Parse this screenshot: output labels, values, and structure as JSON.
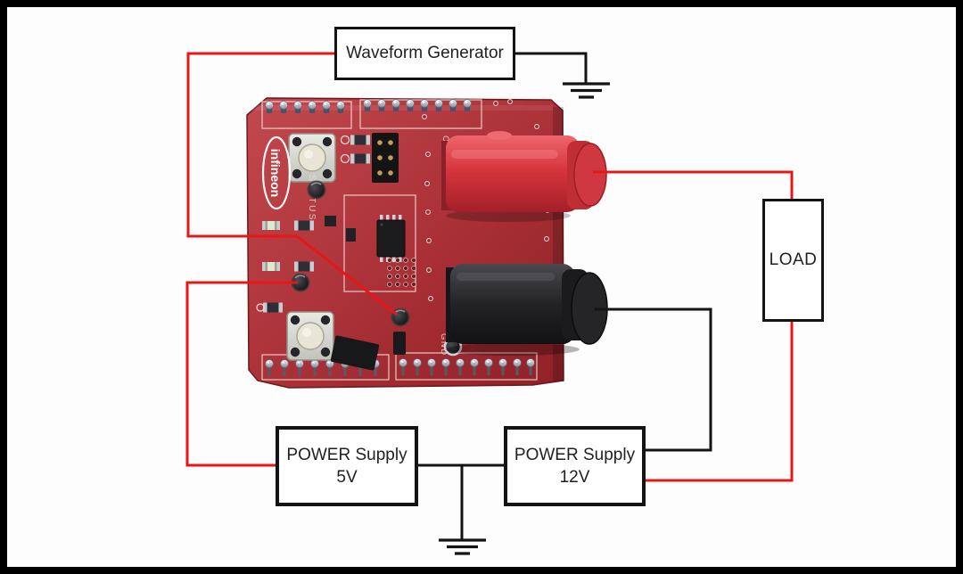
{
  "boxes": {
    "waveform_generator": {
      "label": "Waveform Generator"
    },
    "load": {
      "label": "LOAD"
    },
    "power_supply_5v": {
      "label_line1": "POWER Supply",
      "label_line2": "5V"
    },
    "power_supply_12v": {
      "label_line1": "POWER Supply",
      "label_line2": "12V"
    }
  },
  "board": {
    "logo": "infineon",
    "silkscreen_status": "STATUS",
    "silkscreen_out": "OUT",
    "silkscreen_gnd": "GND"
  },
  "connections": [
    {
      "from": "Waveform Generator left terminal",
      "to": "board input test point",
      "wire_color": "red"
    },
    {
      "from": "Waveform Generator right terminal",
      "to": "earth ground (top)",
      "wire_color": "black"
    },
    {
      "from": "board output pin",
      "to": "POWER Supply 5V left terminal",
      "wire_color": "red"
    },
    {
      "from": "board red banana jack",
      "to": "LOAD top terminal",
      "wire_color": "red"
    },
    {
      "from": "LOAD bottom terminal",
      "to": "POWER Supply 12V right terminal",
      "wire_color": "red"
    },
    {
      "from": "board black banana jack (GND)",
      "to": "POWER Supply 12V right terminal",
      "wire_color": "black"
    },
    {
      "from": "POWER Supply 5V right terminal",
      "to": "POWER Supply 12V left terminal via earth ground (bottom)",
      "wire_color": "black"
    }
  ],
  "colors": {
    "frame_border": "#000000",
    "background": "#ffffff",
    "box_border": "#141414",
    "label_text": "#1f1f1f",
    "wire_red": "#e81616",
    "wire_black": "#141414",
    "pcb_red": "#b23439",
    "banana_jack_red": "#d6353d",
    "banana_jack_black": "#232326"
  }
}
